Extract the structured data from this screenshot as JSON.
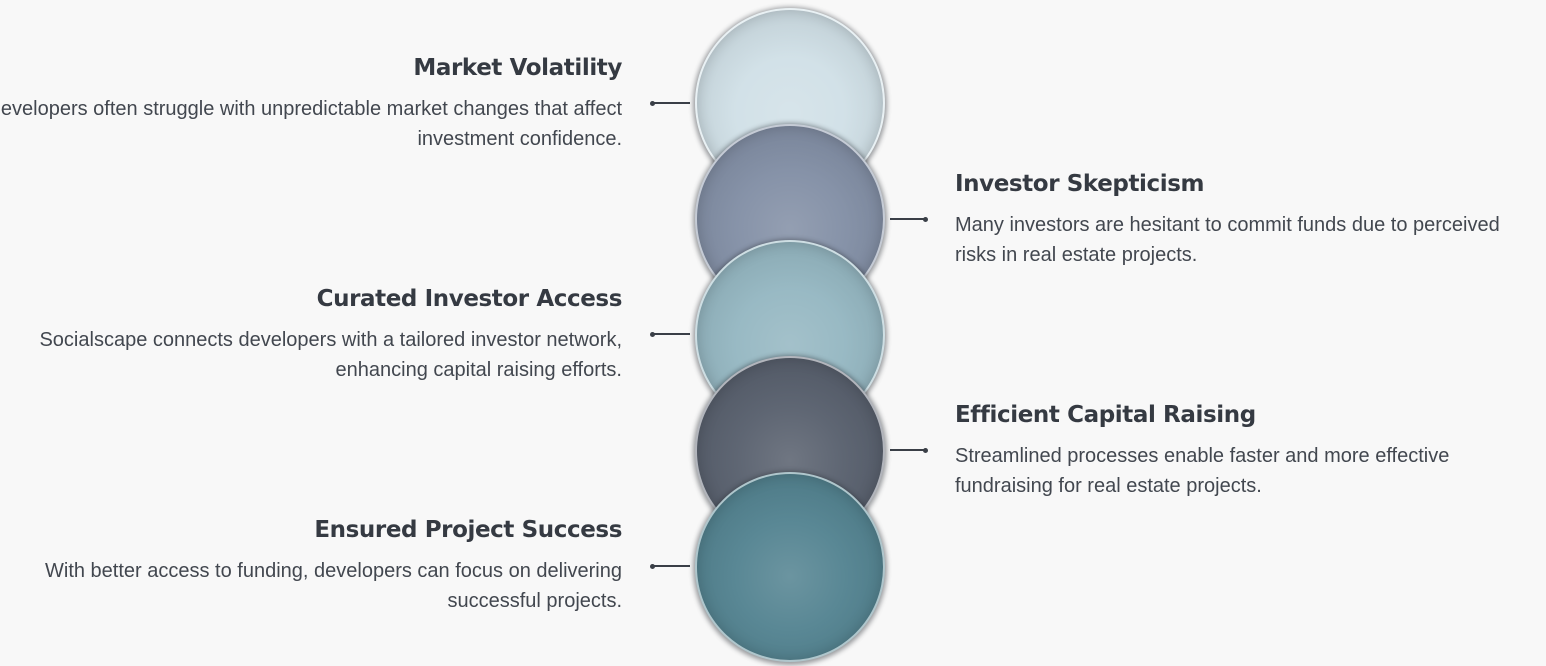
{
  "items": [
    {
      "title": "Market Volatility",
      "description": "Developers often struggle with unpredictable market changes that affect investment confidence.",
      "side": "left",
      "color": "#cfdfe6"
    },
    {
      "title": "Investor Skepticism",
      "description": "Many investors are hesitant to commit funds due to perceived risks in real estate projects.",
      "side": "right",
      "color": "#7f8ca3"
    },
    {
      "title": "Curated Investor Access",
      "description": "Socialscape connects developers with a tailored investor network, enhancing capital raising efforts.",
      "side": "left",
      "color": "#92b5c0"
    },
    {
      "title": "Efficient Capital Raising",
      "description": "Streamlined processes enable faster and more effective fundraising for real estate projects.",
      "side": "right",
      "color": "#545c6a"
    },
    {
      "title": "Ensured Project Success",
      "description": "With better access to funding, developers can focus on delivering successful projects.",
      "side": "left",
      "color": "#4f808e"
    }
  ]
}
